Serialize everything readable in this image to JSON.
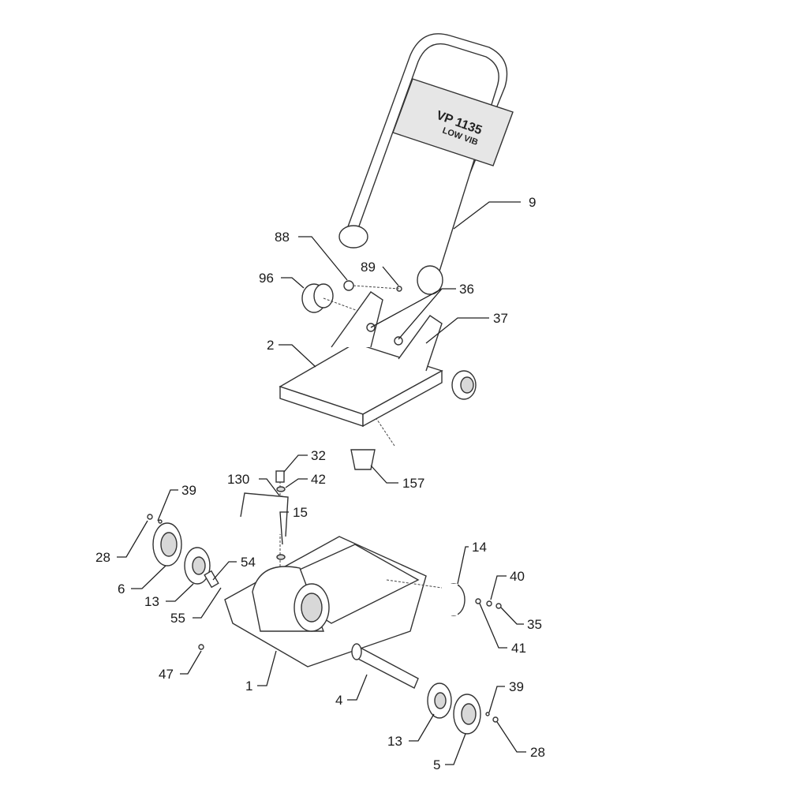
{
  "logo": {
    "model": "VP 1135",
    "sub": "LOW VIB"
  },
  "labels": {
    "p9": "9",
    "p88": "88",
    "p89": "89",
    "p96": "96",
    "p36": "36",
    "p37": "37",
    "p2": "2",
    "p32": "32",
    "p130": "130",
    "p42": "42",
    "p157": "157",
    "p15": "15",
    "p39a": "39",
    "p28a": "28",
    "p14": "14",
    "p54": "54",
    "p6": "6",
    "p13a": "13",
    "p40": "40",
    "p55": "55",
    "p35": "35",
    "p41": "41",
    "p47": "47",
    "p1": "1",
    "p4": "4",
    "p39b": "39",
    "p13b": "13",
    "p28b": "28",
    "p5": "5"
  }
}
